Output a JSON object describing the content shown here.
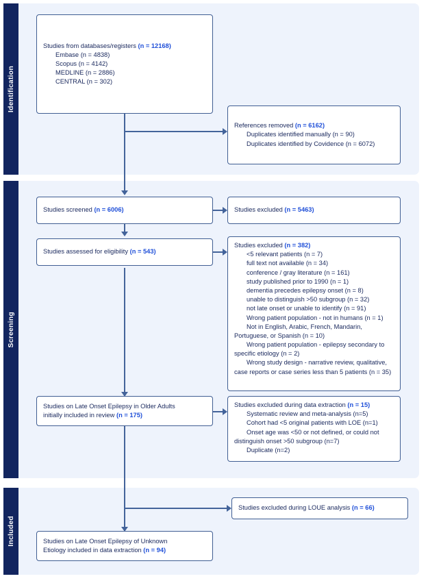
{
  "diagram": {
    "title": "PRISMA flow diagram",
    "accent_navy": "#12255f",
    "accent_blue": "#1f4fd8",
    "box_border": "#3f5d92",
    "panel_bg": "#eef3fc"
  },
  "stages": {
    "identification": "Identification",
    "screening": "Screening",
    "included": "Included"
  },
  "boxes": {
    "records_identified": {
      "title": "Studies from databases/registers",
      "count": "(n = 12168)",
      "items": [
        "Embase (n = 4838)",
        "Scopus (n = 4142)",
        "MEDLINE (n = 2886)",
        "CENTRAL (n = 302)"
      ]
    },
    "references_removed": {
      "title": "References removed",
      "count": "(n = 6162)",
      "items": [
        "Duplicates identified manually (n = 90)",
        "Duplicates identified by Covidence (n = 6072)"
      ]
    },
    "studies_screened": {
      "title": "Studies screened",
      "count": "(n = 6006)",
      "items": []
    },
    "screened_excluded": {
      "title": "Studies excluded",
      "count": "(n = 5463)",
      "items": []
    },
    "assessed_eligibility": {
      "title": "Studies assessed for eligibility",
      "count": "(n = 543)",
      "items": []
    },
    "eligibility_excluded": {
      "title": "Studies excluded",
      "count": "(n = 382)",
      "items": [
        "<5 relevant patients (n = 7)",
        "full text not available (n = 34)",
        "conference / gray literature (n = 161)",
        "study published prior to 1990 (n = 1)",
        "dementia precedes epilepsy onset (n = 8)",
        "unable to distinguish >50 subgroup (n = 32)",
        "not late onset or unable to identify (n = 91)",
        "Wrong patient population - not in humans (n = 1)"
      ],
      "wrapped_items": [
        {
          "first": "Not in English, Arabic, French, Mandarin,",
          "rest": "Portuguese, or Spanish (n = 10)"
        },
        {
          "first": "Wrong patient population - epilepsy secondary to",
          "rest": "specific etiology (n = 2)"
        },
        {
          "first": "Wrong study design - narrative review, qualitative,",
          "rest": "case reports or case series less than 5 patients (n = 35)"
        }
      ]
    },
    "initially_included": {
      "line1": "Studies on Late Onset Epilepsy in Older Adults",
      "line2": "initially included in review",
      "count": "(n = 175)"
    },
    "extraction_excluded": {
      "title": "Studies excluded during data extraction",
      "count": "(n = 15)",
      "items": [
        "Systematic review and meta-analysis (n=5)",
        "Cohort had <5 original patients with LOE (n=1)"
      ],
      "wrapped_items": [
        {
          "first": "Onset age was <50 or not defined, or could not",
          "rest": "distinguish onset >50 subgroup (n=7)"
        }
      ],
      "tail_items": [
        "Duplicate (n=2)"
      ]
    },
    "loue_excluded": {
      "title": "Studies excluded during LOUE analysis",
      "count": "(n = 66)",
      "items": []
    },
    "final_included": {
      "line1": "Studies on Late Onset Epilepsy of Unknown",
      "line2": "Etiology included in data extraction",
      "count": "(n = 94)"
    }
  }
}
